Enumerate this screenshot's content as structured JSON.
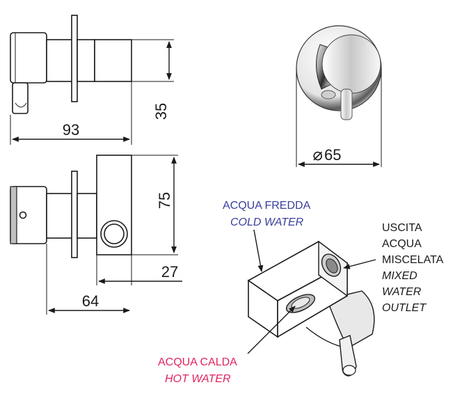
{
  "dimensions": {
    "width_total": "93",
    "height_side": "35",
    "diameter_symbol": "⌀",
    "diameter": "65",
    "height_front": "75",
    "depth_outlet": "27",
    "depth_body": "64"
  },
  "labels": {
    "cold_it": "ACQUA FREDDA",
    "cold_en": "COLD WATER",
    "hot_it": "ACQUA CALDA",
    "hot_en": "HOT WATER",
    "outlet_it_1": "USCITA",
    "outlet_it_2": "ACQUA",
    "outlet_it_3": "MISCELATA",
    "outlet_en_1": "MIXED",
    "outlet_en_2": "WATER",
    "outlet_en_3": "OUTLET"
  },
  "colors": {
    "cold": "#3a3f9a",
    "hot": "#e0245e",
    "line": "#1a1a1a"
  }
}
